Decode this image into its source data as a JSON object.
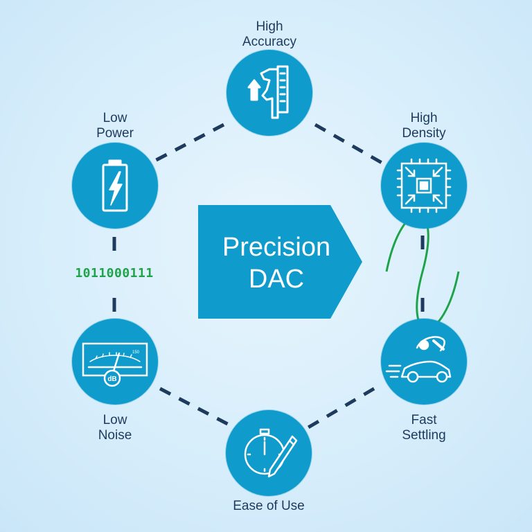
{
  "center": {
    "line1": "Precision",
    "line2": "DAC"
  },
  "features": {
    "high_accuracy": {
      "line1": "High",
      "line2": "Accuracy",
      "icon": "caliper-icon"
    },
    "high_density": {
      "line1": "High",
      "line2": "Density",
      "icon": "chip-compress-icon"
    },
    "fast_settling": {
      "line1": "Fast",
      "line2": "Settling",
      "icon": "race-car-icon"
    },
    "ease_of_use": {
      "line1": "Ease of Use",
      "icon": "stopwatch-pen-icon"
    },
    "low_noise": {
      "line1": "Low",
      "line2": "Noise",
      "icon": "db-meter-icon",
      "meter_label": "dB",
      "meter_scale": "150"
    },
    "low_power": {
      "line1": "Low",
      "line2": "Power",
      "icon": "battery-bolt-icon"
    }
  },
  "binary_code": "1011000111",
  "colors": {
    "circle": "#0f9ccd",
    "arrow": "#0f9ccd",
    "connector": "#1e3a5c",
    "label_text": "#1e3a5c",
    "wave": "#1fa34a",
    "binary": "#1fa34a"
  }
}
